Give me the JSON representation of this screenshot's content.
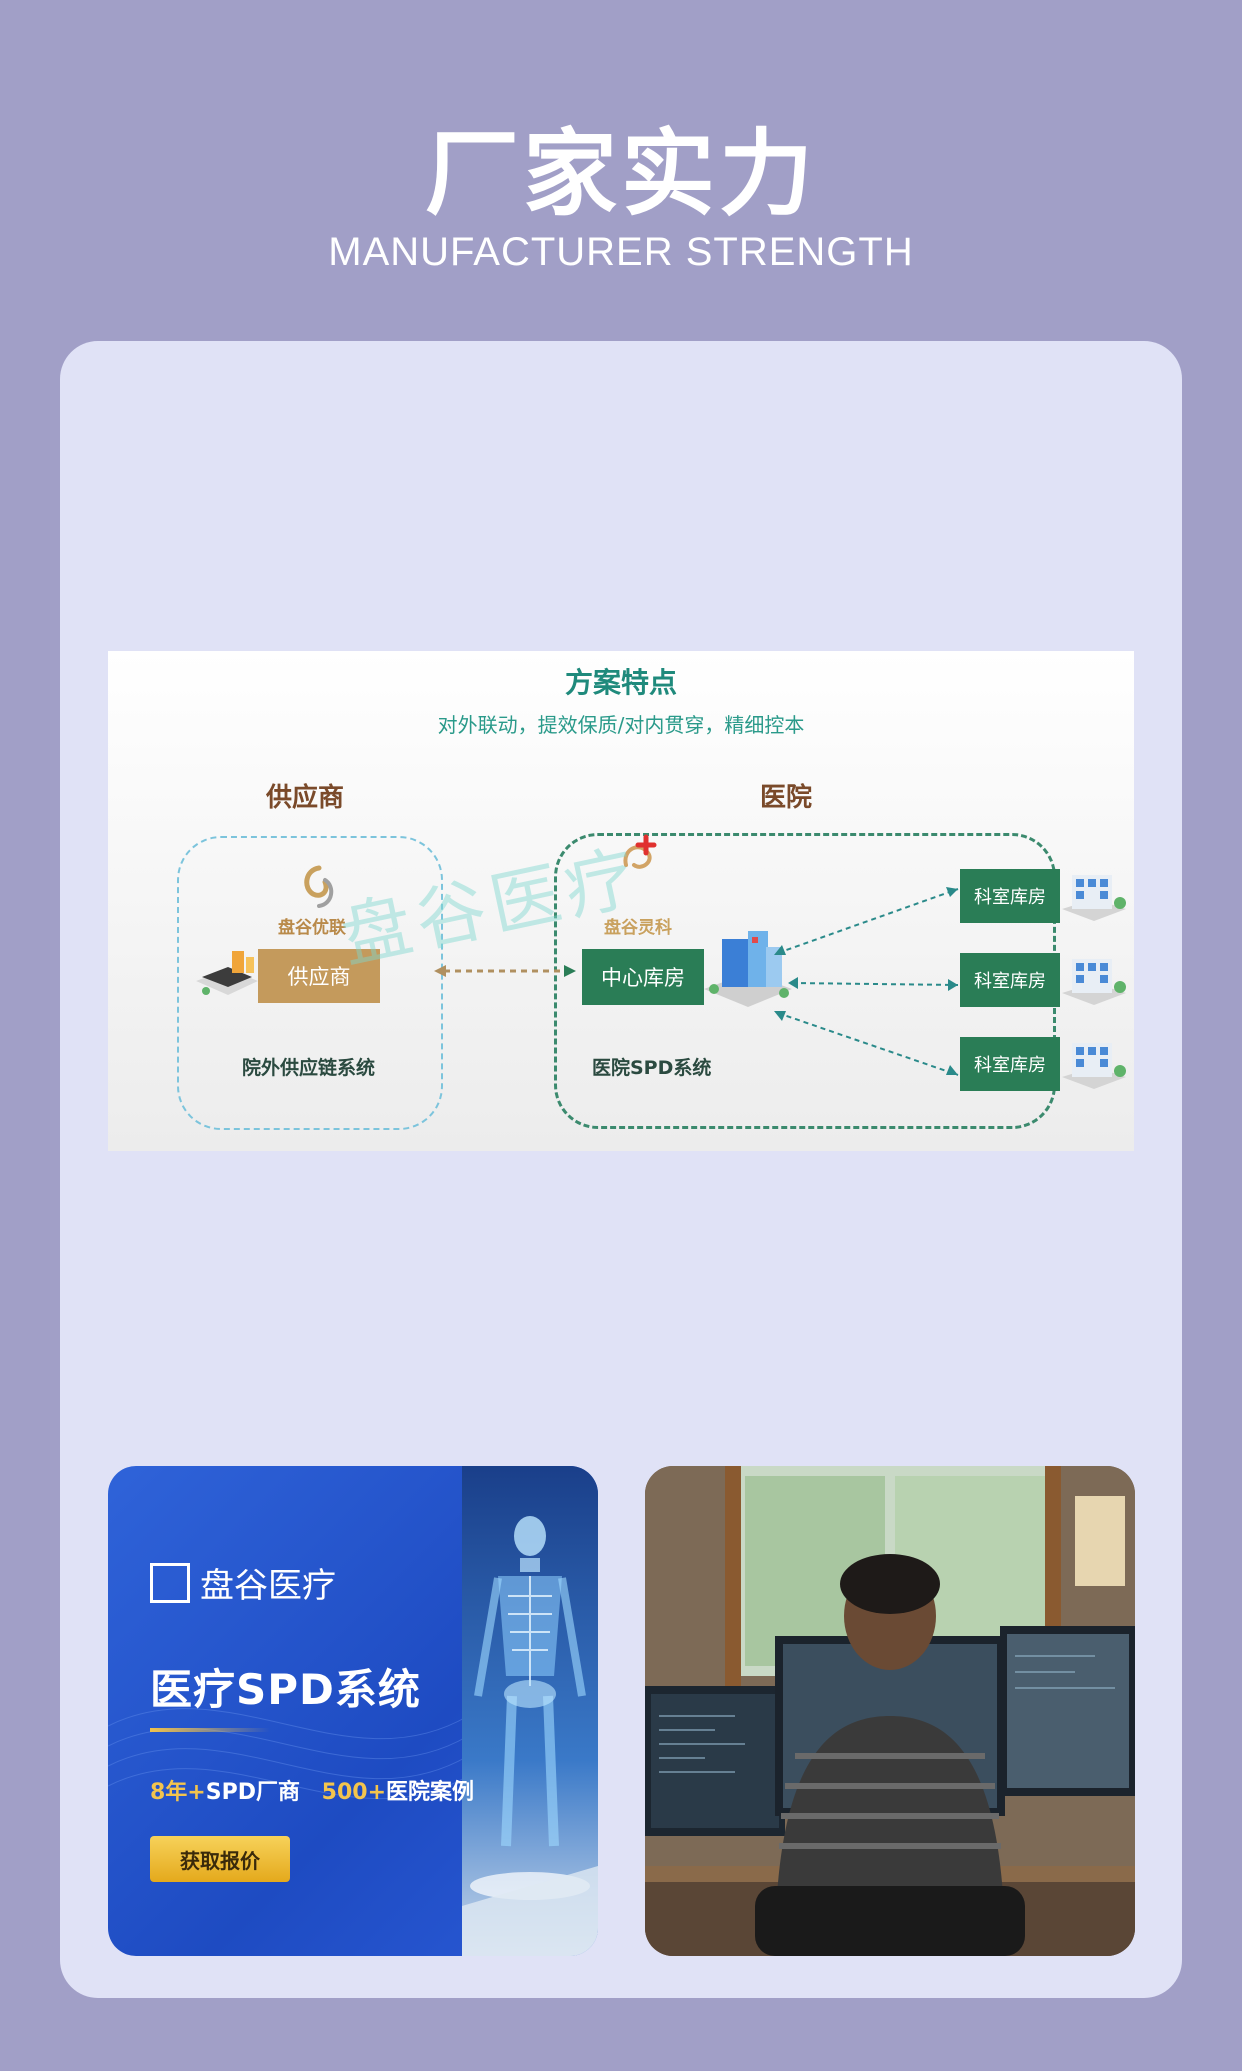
{
  "header": {
    "title": "厂家实力",
    "subtitle": "MANUFACTURER STRENGTH"
  },
  "diagram": {
    "title": "方案特点",
    "subtitle": "对外联动，提效保质/对内贯穿，精细控本",
    "supplier": {
      "section_label": "供应商",
      "logo_text": "盘谷优联",
      "node_label": "供应商",
      "system_label": "院外供应链系统"
    },
    "hospital": {
      "section_label": "医院",
      "logo_text": "盘谷灵科",
      "center_label": "中心库房",
      "system_label": "医院SPD系统",
      "dept_labels": [
        "科室库房",
        "科室库房",
        "科室库房"
      ]
    },
    "watermark": "盘谷医疗"
  },
  "banner": {
    "logo_text": "盘谷医疗",
    "title": "医疗SPD系统",
    "tagline_a_num": "8年+",
    "tagline_a_text": "SPD厂商",
    "tagline_b_num": "500+",
    "tagline_b_text": "医院案例",
    "cta_label": "获取报价"
  },
  "colors": {
    "background": "#a19fc7",
    "card": "#e0e2f6",
    "teal_green": "#2a7d56",
    "supplier_tan": "#c49a5c",
    "banner_blue": "#2f63d9"
  }
}
